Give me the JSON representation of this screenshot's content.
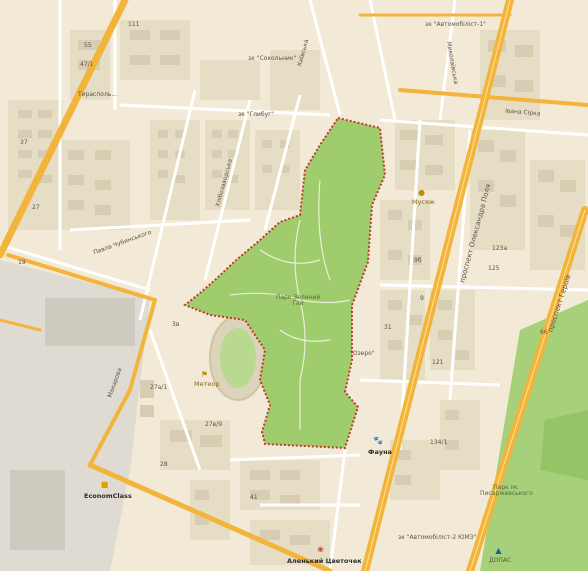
{
  "colors": {
    "background": "#f2ead6",
    "block": "#e4dcc6",
    "building": "#d9cfb6",
    "park": "#9ccb6b",
    "park_dark": "#8fc060",
    "major_road": "#f3b43b",
    "minor_road": "#ffffff",
    "boundary": "#c0392b",
    "industrial": "#dcdcdc"
  },
  "streets": {
    "tyrasolna": "Тирасполь...",
    "pavla_chubynskoho": "Павла Чубинського",
    "makarova": "Макарова",
    "khlibozavodska": "Хлібозаводська",
    "prospekt_oleksandra_polia": "проспект Олександра Поля",
    "prospekt_heroiv": "проспект Героїв",
    "ivana_sirka": "Івана Сірка",
    "mykolayivska": "Миколаївська",
    "kyivska": "Київська"
  },
  "stops": {
    "avtomobilist1": "зк \"Автомобіліст-1\"",
    "sokolniki": "зк \"Сокольник\"",
    "hlibzavod": "зк \"Глибуг\"",
    "ozero": "\"Озеро\"",
    "avtomobilist2": "зк \"Автомобіліст-2 ЮМЗ\""
  },
  "park": {
    "name": "Парк Зелений Гай"
  },
  "park2": {
    "name": "Парк ім. Писаржевського"
  },
  "poi": {
    "fauna": "Фауна",
    "meteor": "Метеор",
    "economclass": "EconomClass",
    "musiak": "Мусяж",
    "alenkyi": "Аленький Цветочек",
    "dopas": "ДОПАС"
  },
  "house_numbers": [
    "111",
    "55",
    "47/1",
    "37",
    "27",
    "19",
    "27а/1",
    "27в/9",
    "3в",
    "9",
    "31",
    "9б",
    "121",
    "123а",
    "125",
    "134/1",
    "66",
    "28",
    "41"
  ],
  "icons": {
    "fauna": "paw-icon",
    "meteor": "stadium-icon",
    "economclass": "hotel-icon",
    "musiak": "shop-icon",
    "alenkyi": "flower-shop-icon",
    "dopas": "car-service-icon"
  }
}
